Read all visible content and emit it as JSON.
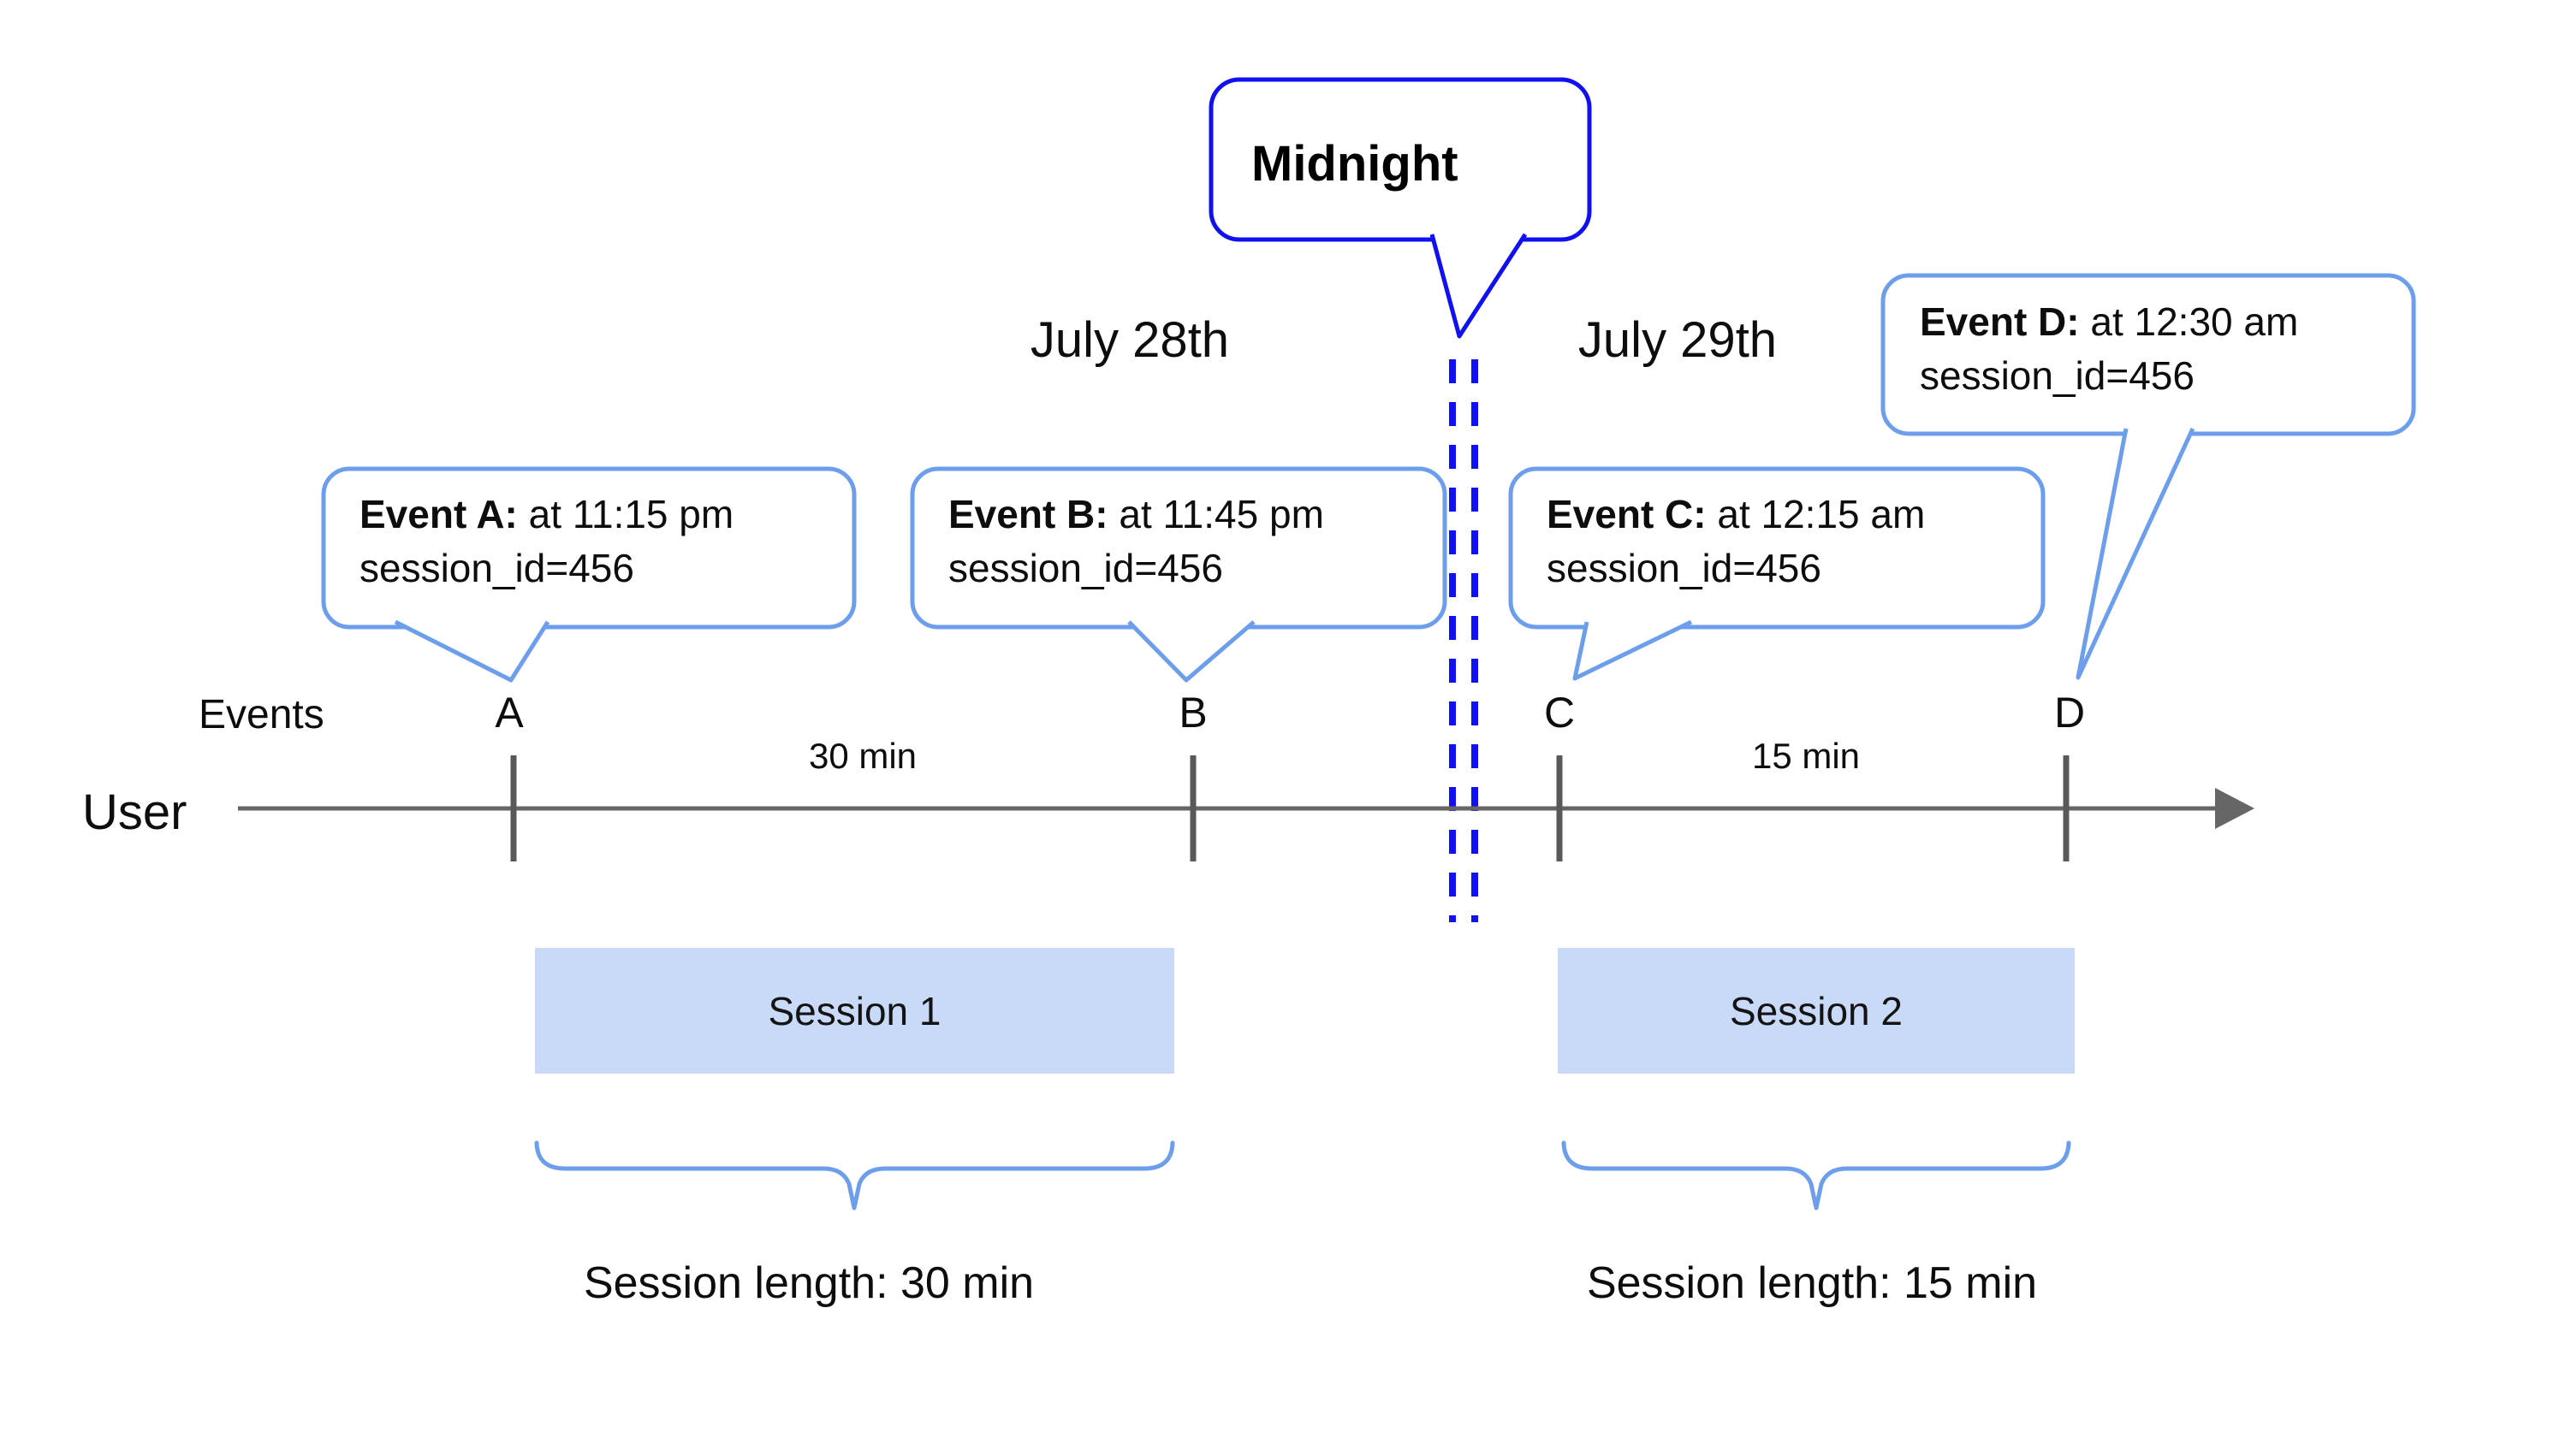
{
  "dates": {
    "before": "July 28th",
    "after": "July 29th"
  },
  "midnight": {
    "label": "Midnight"
  },
  "timeline": {
    "events_axis_label": "Events",
    "user_label": "User",
    "interval_left": "30 min",
    "interval_right": "15 min"
  },
  "events": [
    {
      "label": "A",
      "callout_title": "Event A:",
      "callout_time": " at 11:15 pm",
      "callout_detail": "session_id=456"
    },
    {
      "label": "B",
      "callout_title": "Event B:",
      "callout_time": " at 11:45 pm",
      "callout_detail": "session_id=456"
    },
    {
      "label": "C",
      "callout_title": "Event C:",
      "callout_time": " at 12:15 am",
      "callout_detail": "session_id=456"
    },
    {
      "label": "D",
      "callout_title": "Event D:",
      "callout_time": " at 12:30 am",
      "callout_detail": "session_id=456"
    }
  ],
  "sessions": [
    {
      "label": "Session 1",
      "length_label": "Session length: 30 min"
    },
    {
      "label": "Session 2",
      "length_label": "Session length: 15 min"
    }
  ],
  "colors": {
    "midnight_blue": "#1010f0",
    "callout_blue": "#6d9eeb",
    "session_fill": "#c9daf8",
    "axis_gray": "#666666",
    "tick_gray": "#595959"
  }
}
